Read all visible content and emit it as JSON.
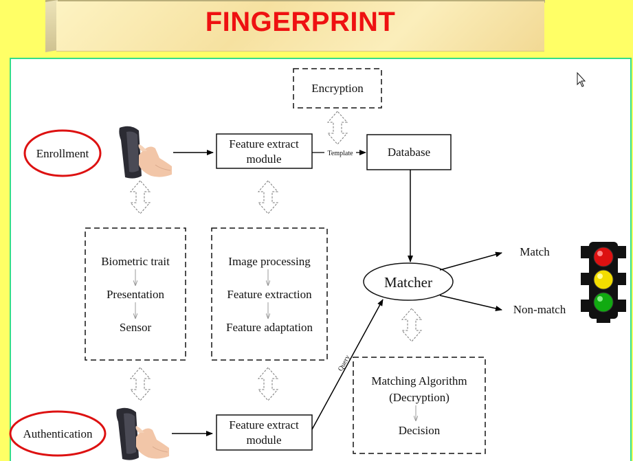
{
  "slide": {
    "title": "FINGERPRINT"
  },
  "diagram": {
    "enrollment_label": "Enrollment",
    "authentication_label": "Authentication",
    "encryption": "Encryption",
    "feature_extract_top": [
      "Feature extract",
      "module"
    ],
    "feature_extract_bottom": [
      "Feature extract",
      "module"
    ],
    "database": "Database",
    "template_label": "Template",
    "query_label": "Query",
    "matcher": "Matcher",
    "match": "Match",
    "non_match": "Non-match",
    "left_box": [
      "Biometric trait",
      "Presentation",
      "Sensor"
    ],
    "middle_box": [
      "Image processing",
      "Feature extraction",
      "Feature adaptation"
    ],
    "matching_box": [
      "Matching Algorithm",
      "(Decryption)",
      "Decision"
    ]
  },
  "icons": {
    "traffic_light": "traffic-light-icon",
    "scanner": "fingerprint-scanner-icon",
    "cursor": "mouse-cursor-icon",
    "colors": {
      "red": "#dd1111",
      "yellow": "#f2dd00",
      "green": "#11aa11",
      "ellipse": "#dd1111"
    }
  }
}
